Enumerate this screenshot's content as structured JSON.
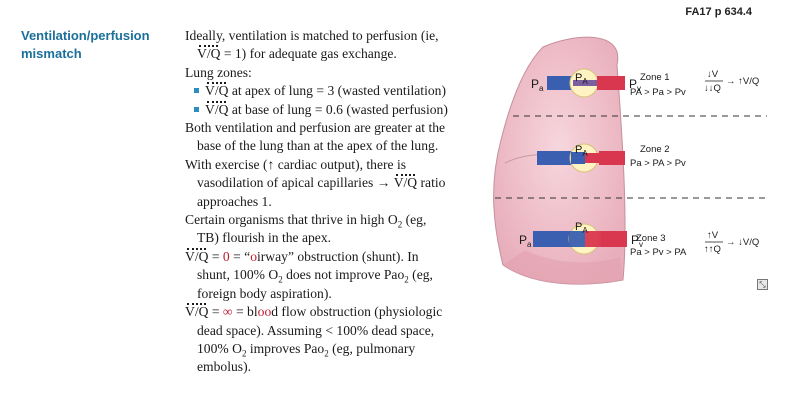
{
  "page_ref": "FA17 p 634.4",
  "heading": "Ventilation/perfusion mismatch",
  "text": {
    "l1": "Ideally, ventilation is matched to perfusion (ie,",
    "l2_ratio": "V/Q",
    "l2_rest": " = 1) for adequate gas exchange.",
    "l3": "Lung zones:",
    "b1_ratio": "V/Q",
    "b1_rest": " at apex of lung = 3 (wasted ventilation)",
    "b2_ratio": "V/Q",
    "b2_rest": " at base of lung = 0.6 (wasted perfusion)",
    "l6": "Both ventilation and perfusion are greater at the",
    "l7": "base of the lung than at the apex of the lung.",
    "l8a": "With exercise (",
    "l8_arrow": "↑",
    "l8b": " cardiac output), there is",
    "l9a": "vasodilation of apical capillaries ",
    "l9_arrow": "→",
    "l9_ratio": "V/Q",
    "l9b": " ratio",
    "l10": "approaches 1.",
    "l11a": "Certain organisms that thrive in high O",
    "l11_sub": "2",
    "l11b": " (eg,",
    "l12": "TB) flourish in the apex.",
    "l13_ratio": "V/Q",
    "l13_eq": " = ",
    "l13_zero": "0",
    "l13_mid": " = “",
    "l13_o": "o",
    "l13_i": "i",
    "l13_rw": "rway” obstruction (shunt). In",
    "l14a": "shunt, 100% O",
    "l14_sub": "2",
    "l14b": " does not improve Pao",
    "l14_sub2": "2",
    "l14c": " (eg,",
    "l15": "foreign body aspiration).",
    "l16_ratio": "V/Q",
    "l16_eq": " = ",
    "l16_inf": "∞",
    "l16_mid": " = bl",
    "l16_oo": "oo",
    "l16_rest": "d flow obstruction (physiologic",
    "l17": "dead space). Assuming < 100% dead space,",
    "l18a": "100% O",
    "l18_sub": "2",
    "l18b": " improves Pao",
    "l18_sub2": "2",
    "l18c": " (eg, pulmonary",
    "l19": "embolus)."
  },
  "diagram": {
    "colors": {
      "lung": "#f3c9d2",
      "lung_edge": "#b98592",
      "arterial": "#3a5fb0",
      "venous": "#d9364f",
      "alveolus": "#fff6cc"
    },
    "pa_label": "P",
    "pa_sub": "a",
    "PA_label": "P",
    "PA_sub": "A",
    "pv_label": "P",
    "pv_sub": "v",
    "zones": [
      {
        "title": "Zone 1",
        "relation": "PA > Pa > Pv",
        "v_arrow": "↓V",
        "q_arrow": "↓↓Q",
        "result": "→ ↑V/Q"
      },
      {
        "title": "Zone 2",
        "relation": "Pa > PA > Pv"
      },
      {
        "title": "Zone 3",
        "relation": "Pa > Pv > PA",
        "v_arrow": "↑V",
        "q_arrow": "↑↑Q",
        "result": "→ ↓V/Q"
      }
    ]
  },
  "expand_icon": "expand-icon"
}
